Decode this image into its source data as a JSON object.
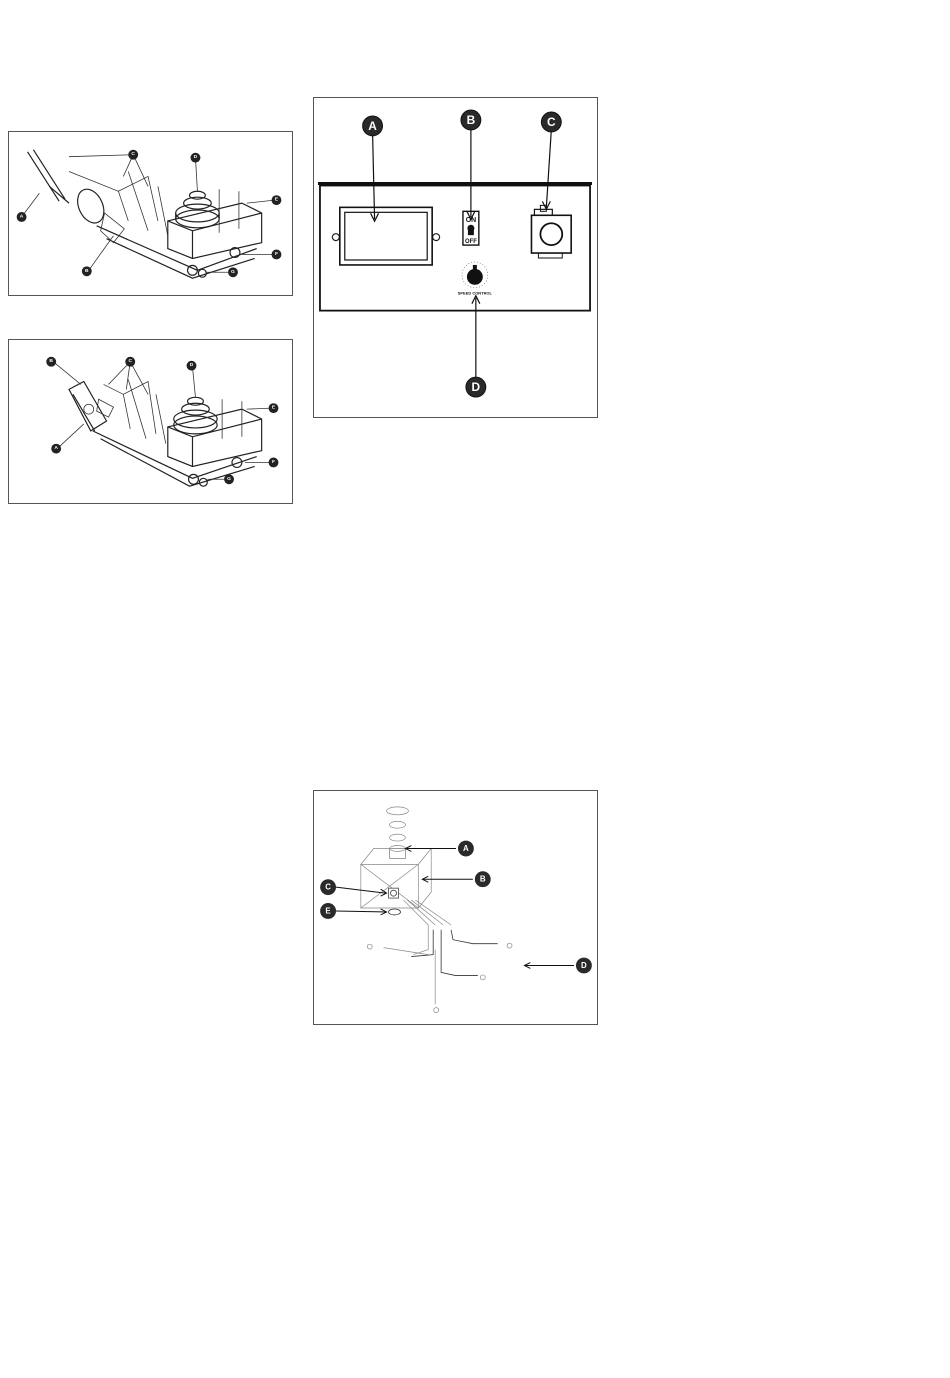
{
  "figure1": {
    "callouts": {
      "a": "A",
      "b": "B",
      "c": "C",
      "d": "D",
      "e": "E",
      "f": "F",
      "g": "G"
    }
  },
  "figure2": {
    "callouts": {
      "a": "A",
      "b": "B",
      "c": "C",
      "d": "D",
      "e": "E",
      "f": "F",
      "g": "G"
    }
  },
  "control_panel": {
    "callouts": {
      "a": "A",
      "b": "B",
      "c": "C",
      "d": "D"
    },
    "switch_on": "ON",
    "switch_off": "OFF",
    "dial_label": "SPEED CONTROL"
  },
  "tank_diagram": {
    "callouts": {
      "a": "A",
      "b": "B",
      "c": "C",
      "d": "D",
      "e": "E"
    }
  }
}
